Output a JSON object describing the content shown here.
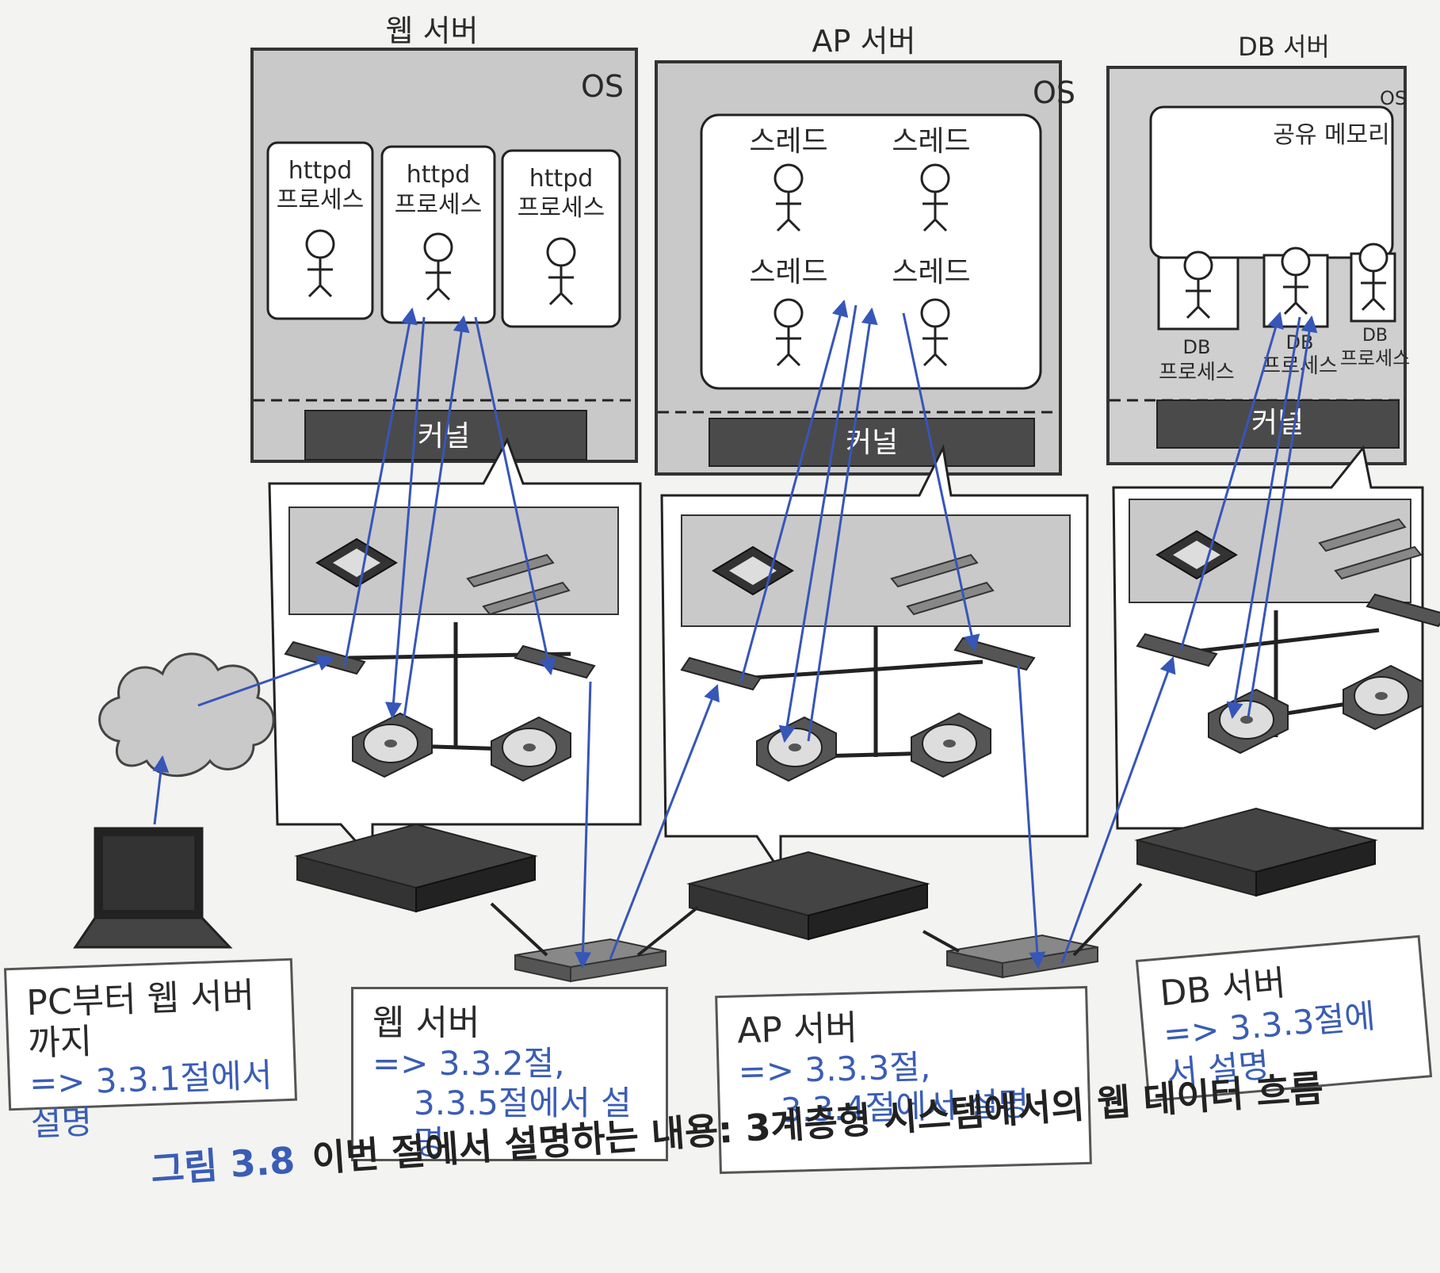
{
  "servers": {
    "web": {
      "title": "웹 서버",
      "os": "OS",
      "kernel": "커널",
      "processes": [
        {
          "name": "httpd",
          "type": "프로세스"
        },
        {
          "name": "httpd",
          "type": "프로세스"
        },
        {
          "name": "httpd",
          "type": "프로세스"
        }
      ]
    },
    "ap": {
      "title": "AP 서버",
      "os": "OS",
      "kernel": "커널",
      "threads": [
        "스레드",
        "스레드",
        "스레드",
        "스레드"
      ]
    },
    "db": {
      "title": "DB 서버",
      "os": "OS",
      "kernel": "커널",
      "shared_memory": "공유 메모리",
      "processes": [
        {
          "name": "DB",
          "type": "프로세스"
        },
        {
          "name": "DB",
          "type": "프로세스"
        },
        {
          "name": "DB",
          "type": "프로세스"
        }
      ]
    }
  },
  "captions": [
    {
      "title": "PC부터 웹 서버까지",
      "ref": [
        "=> 3.3.1절에서 설명"
      ]
    },
    {
      "title": "웹 서버",
      "ref": [
        "=> 3.3.2절,",
        "3.3.5절에서 설명"
      ]
    },
    {
      "title": "AP 서버",
      "ref": [
        "=> 3.3.3절,",
        "3.3.4절에서 설명"
      ]
    },
    {
      "title": "DB 서버",
      "ref": [
        "=> 3.3.3절에서 설명"
      ]
    }
  ],
  "figure": {
    "number": "그림 3.8",
    "text": "이번 절에서 설명하는 내용: 3계층형 시스템에서의 웹 데이터 흐름"
  },
  "colors": {
    "arrow": "#3656b8",
    "os_box": "#c9c9c9",
    "kernel": "#4a4a4a",
    "ref_text": "#3a5db5"
  }
}
